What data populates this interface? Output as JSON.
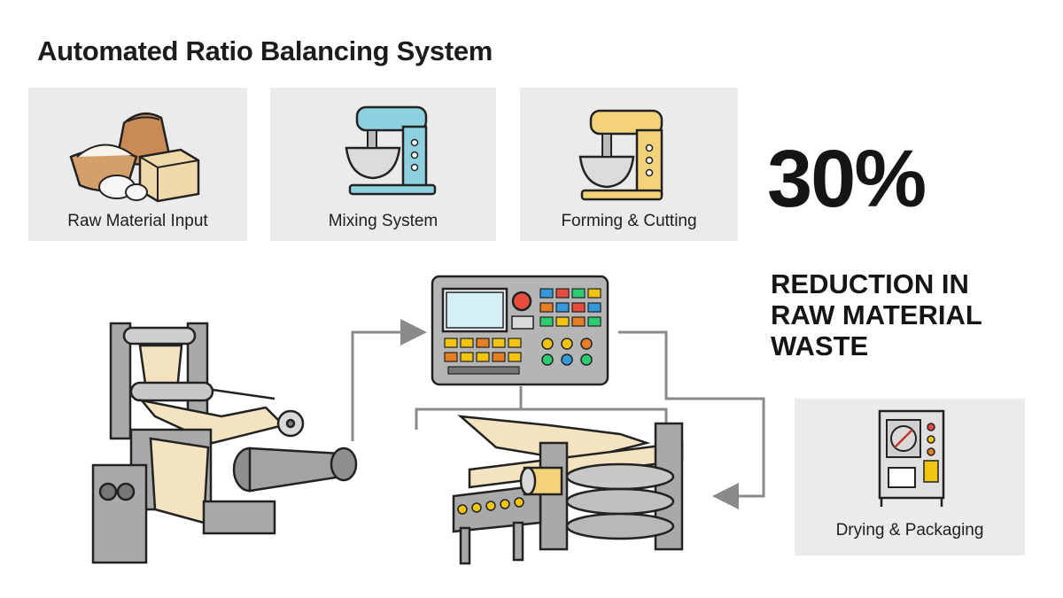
{
  "title": "Automated Ratio Balancing System",
  "stages": {
    "raw": "Raw Material Input",
    "mixing": "Mixing System",
    "forming": "Forming & Cutting",
    "drying": "Drying & Packaging"
  },
  "stat": {
    "value": "30%",
    "caption_lines": [
      "REDUCTION IN",
      "RAW MATERIAL",
      "WASTE"
    ]
  },
  "colors": {
    "card_bg": "#ebebeb",
    "machine_gray": "#a9a9a9",
    "mixer_blue": "#8ecfe0",
    "mixer_yellow": "#f3d27a",
    "dough": "#f3e3c0",
    "connector": "#8a8a8a"
  }
}
